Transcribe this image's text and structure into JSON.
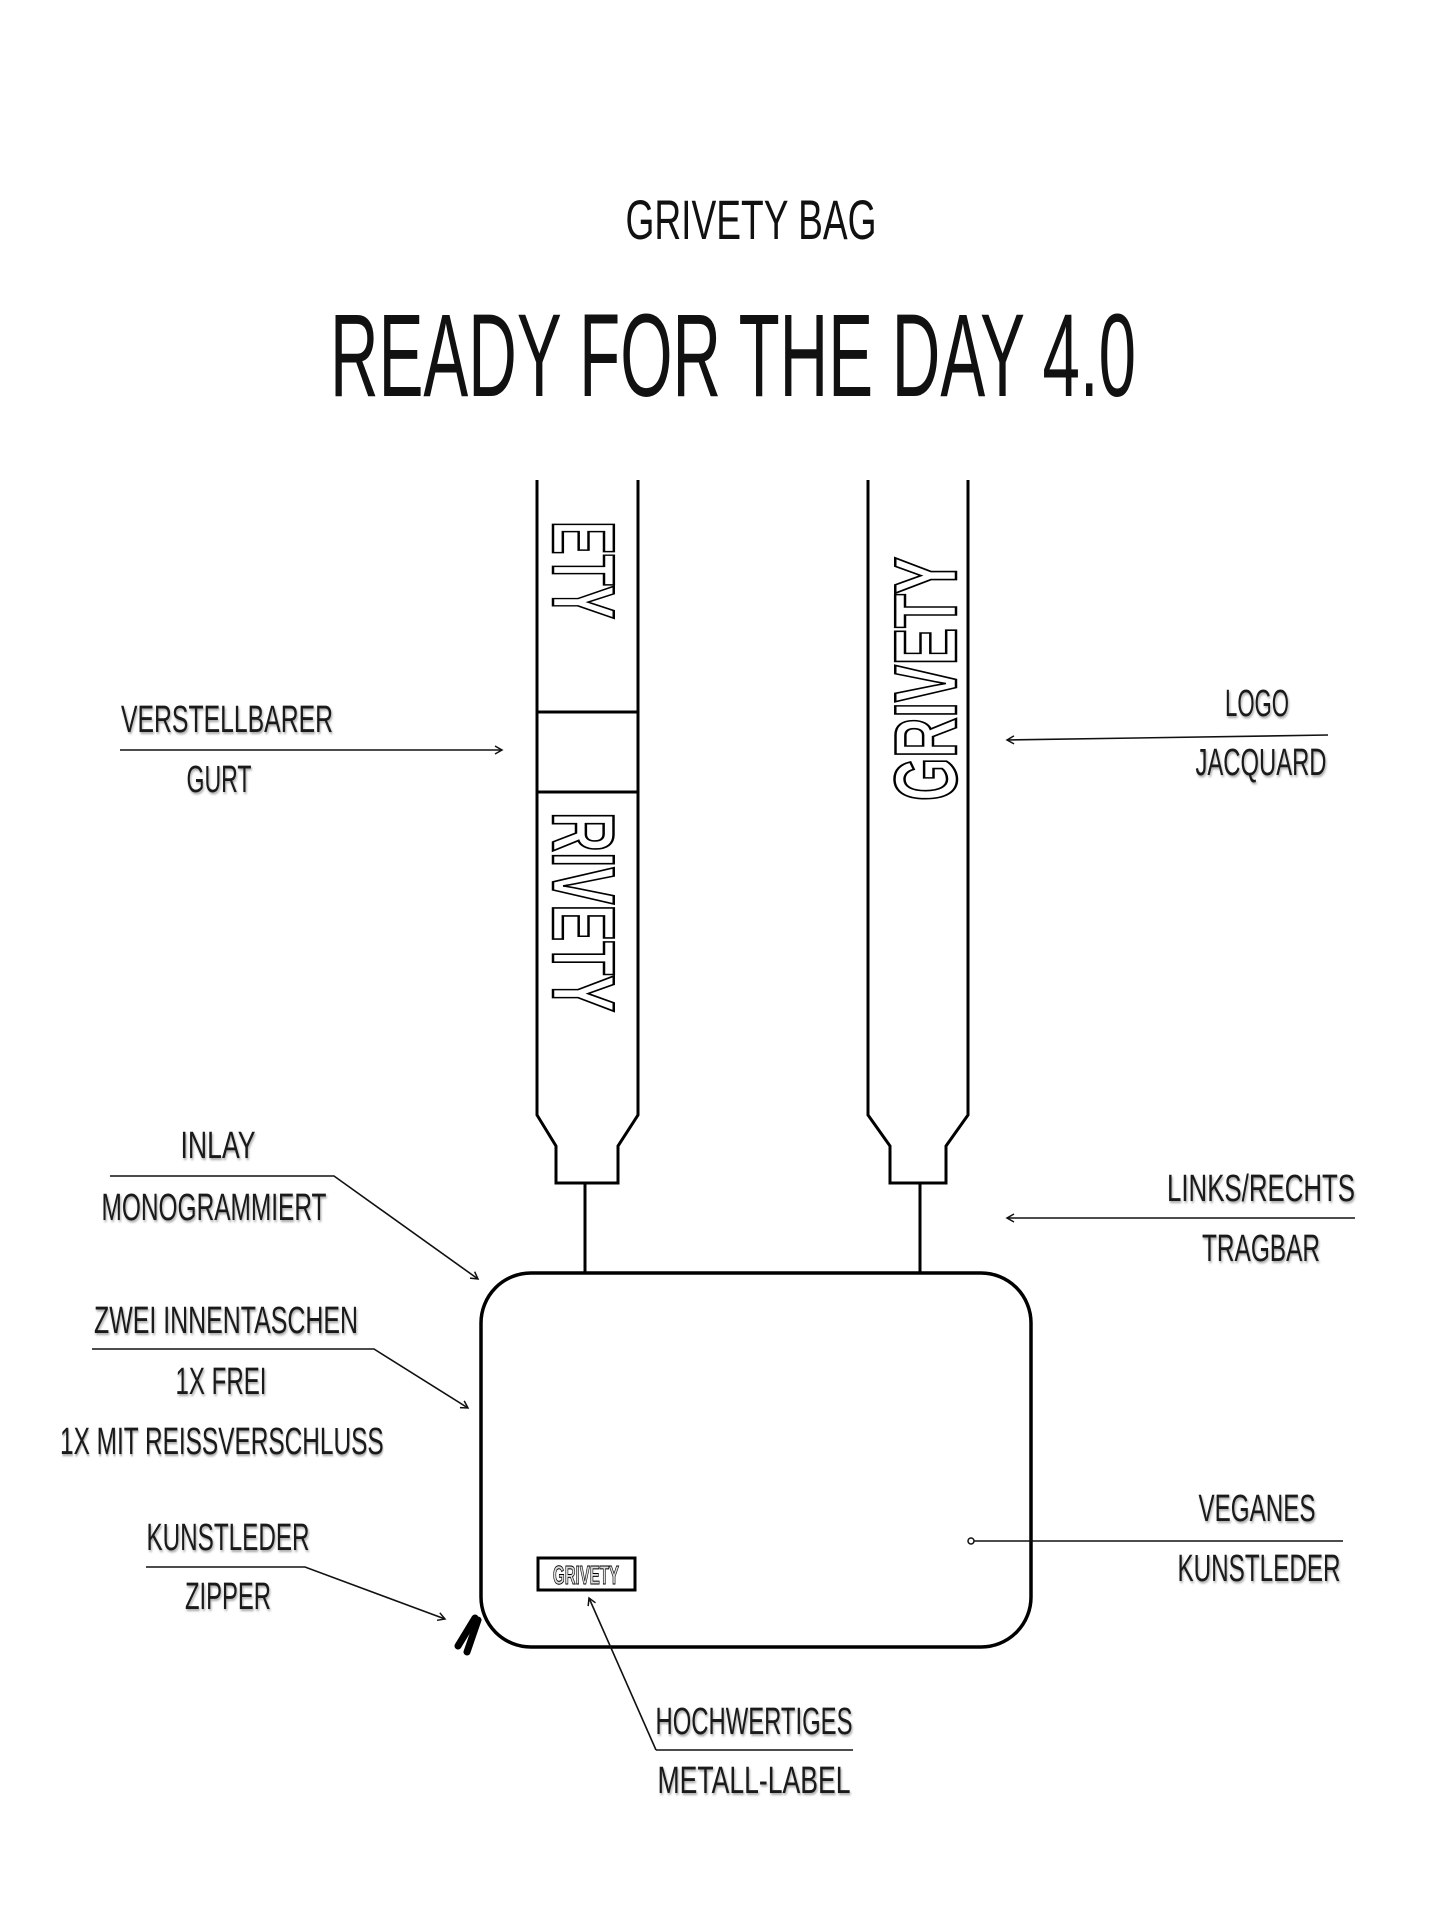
{
  "header": {
    "subtitle": "GRIVETY BAG",
    "title": "READY FOR THE DAY 4.0"
  },
  "strap_texts": {
    "left_top": "ETY",
    "left_bottom": "RIVETY",
    "right": "GRIVETY"
  },
  "bag_label": "GRIVETY",
  "annotations": {
    "strap": [
      "VERSTELLBARER",
      "GURT"
    ],
    "logo": [
      "LOGO",
      "JACQUARD"
    ],
    "inlay": [
      "INLAY",
      "MONOGRAMMIERT"
    ],
    "carry": [
      "LINKS/RECHTS",
      "TRAGBAR"
    ],
    "pockets": [
      "ZWEI INNENTASCHEN",
      "1X FREI",
      "1X MIT REISSVERSCHLUSS"
    ],
    "material": [
      "VEGANES",
      "KUNSTLEDER"
    ],
    "zipper": [
      "KUNSTLEDER",
      "ZIPPER"
    ],
    "label": [
      "HOCHWERTIGES",
      "METALL-LABEL"
    ]
  }
}
